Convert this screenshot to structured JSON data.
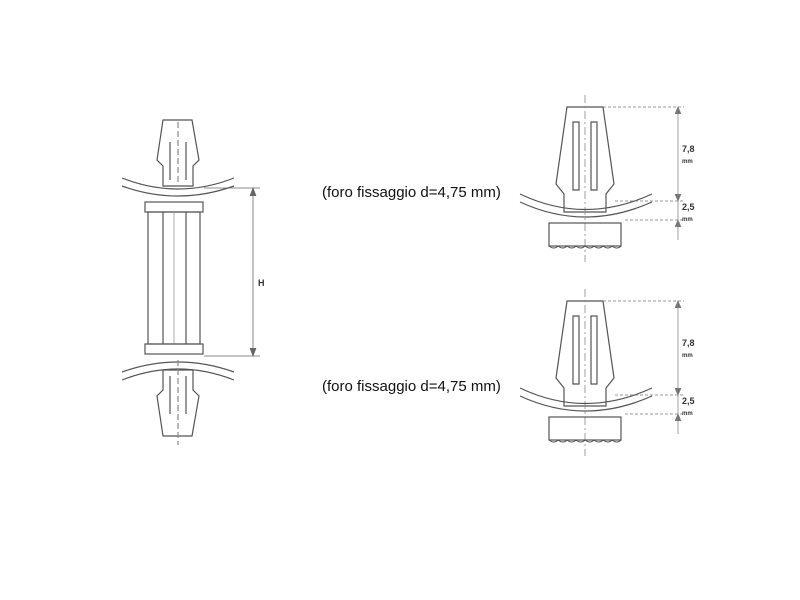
{
  "left_view": {
    "height_label": "H"
  },
  "detail_top": {
    "note": "(foro fissaggio d=4,75 mm)",
    "dim_upper_value": "7,8",
    "dim_upper_unit": "mm",
    "dim_lower_value": "2,5",
    "dim_lower_unit": "mm"
  },
  "detail_bottom": {
    "note": "(foro fissaggio d=4,75 mm)",
    "dim_upper_value": "7,8",
    "dim_upper_unit": "mm",
    "dim_lower_value": "2,5",
    "dim_lower_unit": "mm"
  },
  "colors": {
    "line": "#555555",
    "thin_line": "#888888"
  }
}
